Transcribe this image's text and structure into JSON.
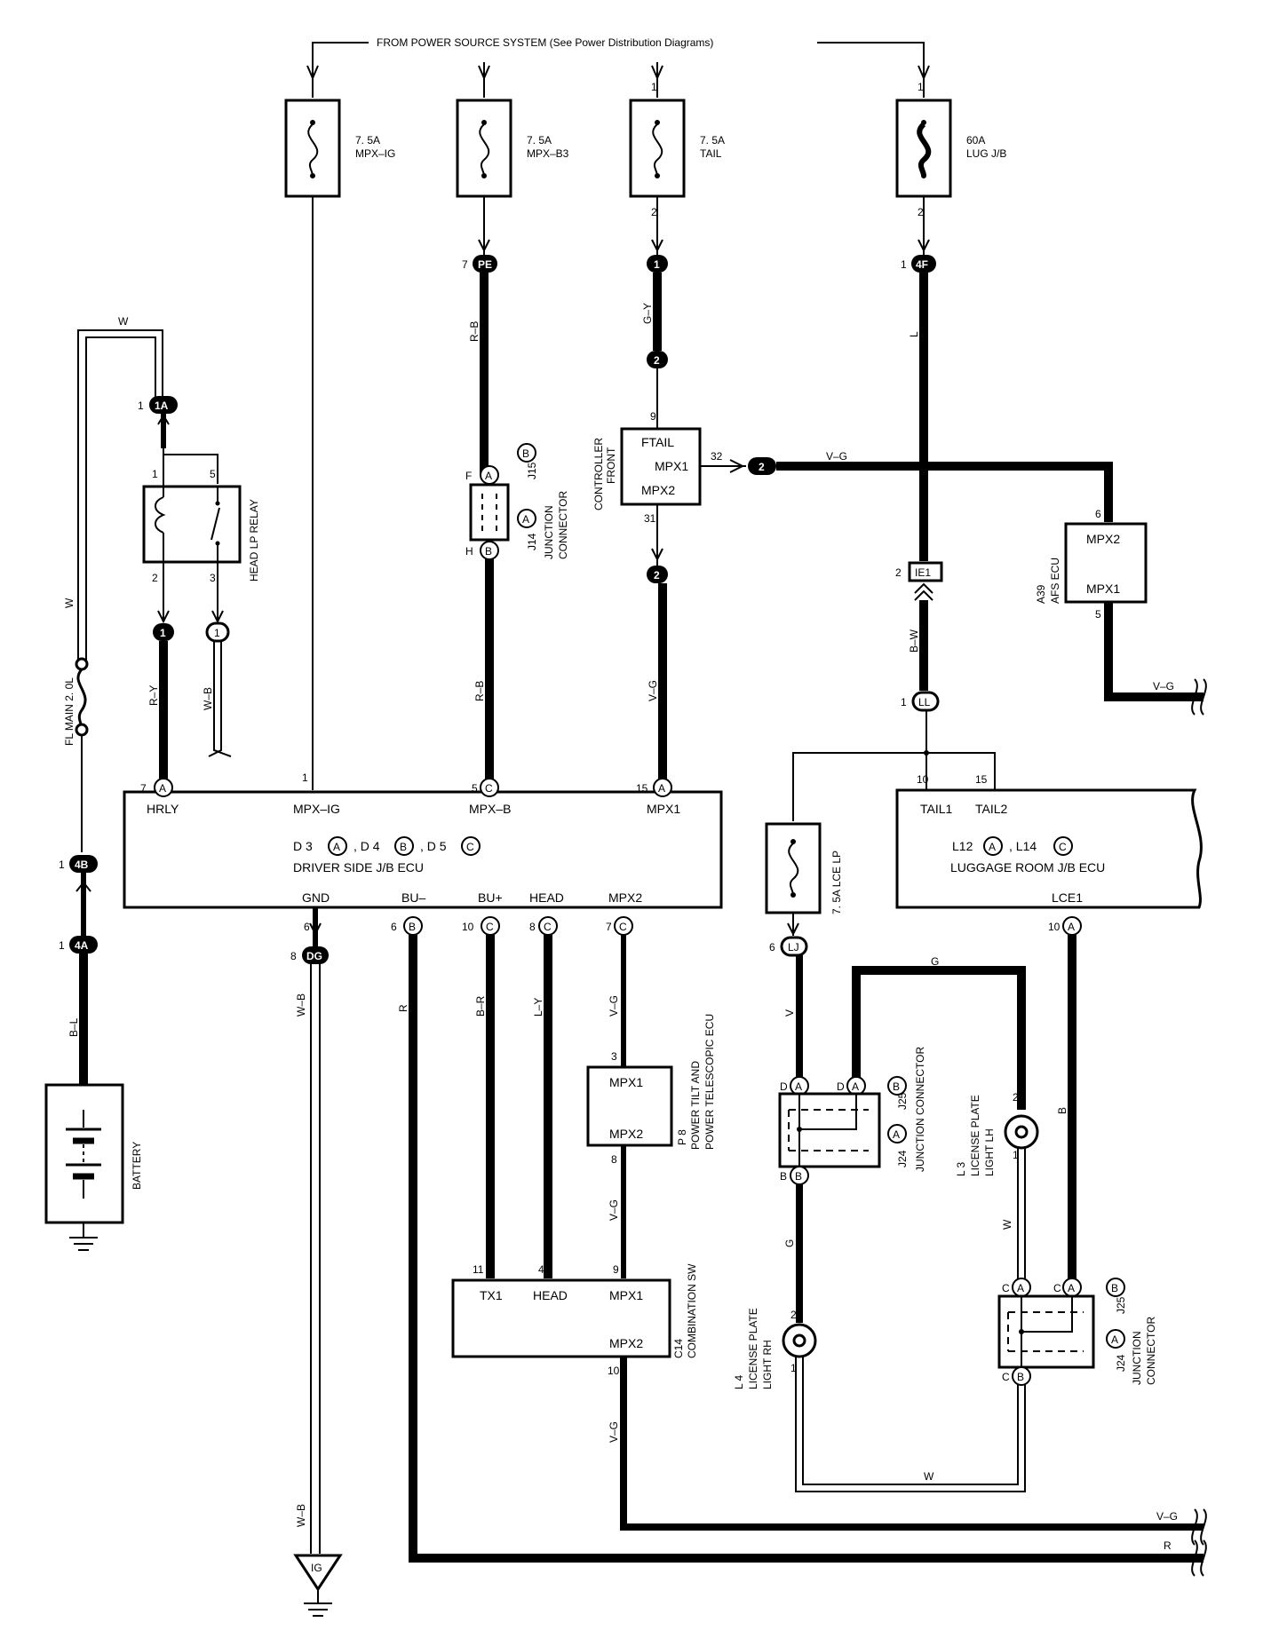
{
  "title": "FROM POWER SOURCE SYSTEM (See Power Distribution Diagrams)",
  "fuses": [
    {
      "id": "fuse-mpx-ig",
      "amp": "7. 5A",
      "name": "MPX–IG"
    },
    {
      "id": "fuse-mpx-b3",
      "amp": "7. 5A",
      "name": "MPX–B3"
    },
    {
      "id": "fuse-tail",
      "amp": "7. 5A",
      "name": "TAIL"
    },
    {
      "id": "fuse-lug",
      "amp": "60A",
      "name": "LUG J/B"
    }
  ],
  "fuse_lce_lp": "7. 5A LCE LP",
  "fl_main": "FL MAIN 2. 0L",
  "relay": {
    "name": "HEAD LP RELAY",
    "pins": [
      "1",
      "5",
      "2",
      "3"
    ]
  },
  "battery": "BATTERY",
  "junction_j15": {
    "line1": "J15",
    "line2": "J14",
    "line3": "JUNCTION",
    "line4": "CONNECTOR",
    "pin_top": "F",
    "pin_bot": "H"
  },
  "front_controller": {
    "label1": "FRONT",
    "label2": "CONTROLLER",
    "p1": "FTAIL",
    "p2": "MPX1",
    "p3": "MPX2",
    "pin_top": "9",
    "pin_right": "32",
    "pin_bot": "31"
  },
  "afs_ecu": {
    "code": "A39",
    "name": "AFS ECU",
    "p1": "MPX2",
    "p2": "MPX1",
    "pin_top": "6",
    "pin_bot": "5"
  },
  "driver_jb": {
    "name": "DRIVER SIDE J/B ECU",
    "connectors_line": "D 3 (A) ,  D 4 (B) ,  D 5 (C)",
    "top_pins": [
      {
        "label": "HRLY",
        "num": "7",
        "c": "A"
      },
      {
        "label": "MPX–IG",
        "num": "1",
        "c": ""
      },
      {
        "label": "MPX–B",
        "num": "5",
        "c": "C"
      },
      {
        "label": "MPX1",
        "num": "15",
        "c": "A"
      }
    ],
    "bottom_pins": [
      {
        "label": "GND",
        "num": "6",
        "c": ""
      },
      {
        "label": "BU–",
        "num": "6",
        "c": "B"
      },
      {
        "label": "BU+",
        "num": "10",
        "c": "C"
      },
      {
        "label": "HEAD",
        "num": "8",
        "c": "C"
      },
      {
        "label": "MPX2",
        "num": "7",
        "c": "C"
      }
    ]
  },
  "luggage_jb": {
    "name": "LUGGAGE ROOM J/B ECU",
    "connectors_line": "L12 (A) ,  L14 (C)",
    "p1": "TAIL1",
    "p2": "TAIL2",
    "n1": "10",
    "n2": "15",
    "bot": "LCE1",
    "bot_num": "10",
    "bot_c": "A"
  },
  "power_tilt": {
    "code": "P 8",
    "line1": "POWER TILT AND",
    "line2": "POWER TELESCOPIC ECU",
    "p1": "MPX1",
    "p2": "MPX2",
    "pin_top": "3",
    "pin_bot": "8"
  },
  "combination_sw": {
    "code": "C14",
    "name": "COMBINATION SW",
    "p1": "TX1",
    "p2": "HEAD",
    "p3": "MPX1",
    "p4": "MPX2",
    "n1": "11",
    "n2": "4",
    "n3": "9",
    "n4": "10"
  },
  "junction_j25_top": {
    "line1": "J25",
    "line2": "J24",
    "line3": "JUNCTION CONNECTOR",
    "pins": [
      "D",
      "D",
      "B"
    ]
  },
  "junction_j25_bot": {
    "line1": "J25",
    "line2": "J24",
    "line3": "JUNCTION",
    "line4": "CONNECTOR",
    "pins": [
      "C",
      "C",
      "C"
    ]
  },
  "lic_lh": {
    "code": "L 3",
    "line1": "LICENSE PLATE",
    "line2": "LIGHT LH",
    "pin_top": "2",
    "pin_bot": "1"
  },
  "lic_rh": {
    "code": "L 4",
    "line1": "LICENSE PLATE",
    "line2": "LIGHT RH",
    "pin_top": "2",
    "pin_bot": "1"
  },
  "connectors": {
    "c1A": "1A",
    "c4B": "4B",
    "c4A": "4A",
    "cPE": "PE",
    "c1tail": "1",
    "c2a": "2",
    "c2b": "2",
    "c2c": "2",
    "c4F": "4F",
    "cIE1": "IE1",
    "cLL": "LL",
    "cLJ": "LJ",
    "cDG": "DG",
    "cIG": "IG",
    "c1a": "1",
    "c1b": "1"
  },
  "pin_numbers": {
    "n1a": "1",
    "n1b": "1",
    "n1c": "1",
    "n1d": "1",
    "n2a": "2",
    "n2b": "2",
    "n7": "7",
    "n1e": "1",
    "n1f": "1",
    "n2ie": "2",
    "n1ll": "1",
    "n6lj": "6",
    "n8dg": "8",
    "n6gnd": "6",
    "n1_4b": "1",
    "n1_4a": "1",
    "n1_1a": "1",
    "n1mpx": "1"
  },
  "wires": {
    "W_top": "W",
    "W_side": "W",
    "RY": "R–Y",
    "WB": "W–B",
    "RB1": "R–B",
    "RB2": "R–B",
    "GY": "G–Y",
    "VG1": "V–G",
    "VG2": "V–G",
    "L": "L",
    "BW": "B–W",
    "VG_afs": "V–G",
    "VG_right": "V–G",
    "BL": "B–L",
    "WB2": "W–B",
    "R": "R",
    "BR": "B–R",
    "LY": "L–Y",
    "VG3": "V–G",
    "VG4": "V–G",
    "VG5": "V–G",
    "V": "V",
    "G1": "G",
    "G2": "G",
    "B": "B",
    "W1": "W",
    "W2": "W",
    "VG_bottom": "V–G",
    "R_bottom": "R"
  },
  "colors": {
    "ink": "#000000",
    "paper": "#ffffff"
  }
}
